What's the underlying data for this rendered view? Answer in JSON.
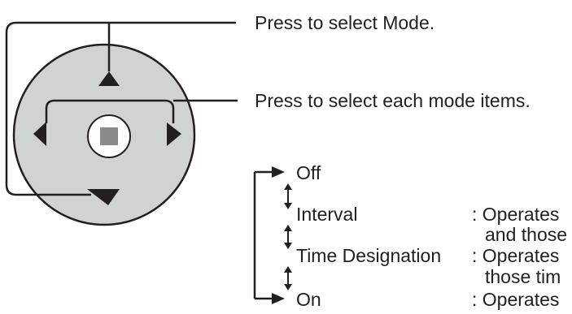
{
  "callouts": {
    "select_mode": "Press to select Mode.",
    "select_items": "Press to select each mode items."
  },
  "modes": [
    {
      "name": "Off",
      "description": []
    },
    {
      "name": "Interval",
      "description": [
        ": Operates",
        "and those"
      ]
    },
    {
      "name": "Time Designation",
      "description": [
        ": Operates",
        "those tim"
      ]
    },
    {
      "name": "On",
      "description": [
        ": Operates"
      ]
    }
  ],
  "colors": {
    "ink": "#231f20",
    "pad_fill": "#d1d2d4",
    "center_button_fill": "#ffffff",
    "center_square": "#8a8a8a"
  },
  "icons": {
    "up": "triangle-up-icon",
    "down": "triangle-down-icon",
    "left": "triangle-left-icon",
    "right": "triangle-right-icon",
    "center": "center-square-icon",
    "cycle": "double-headed-arrow-icon"
  }
}
